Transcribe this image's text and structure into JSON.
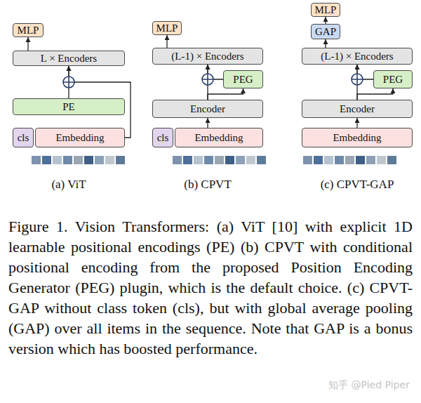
{
  "diagram": {
    "caption": "Figure 1. Vision Transformers: (a) ViT [10] with explicit 1D learnable positional encodings (PE) (b) CPVT with conditional positional encoding from the proposed Position Encoding Generator (PEG) plugin, which is the default choice. (c) CPVT-GAP without class token (cls), but with global average pooling (GAP) over all items in the sequence. Note that GAP is a bonus version which has boosted performance.",
    "nodes": [
      {
        "text": [
          "MLP"
        ]
      },
      {
        "text": [
          "L × Encoders"
        ]
      },
      {
        "text": [
          "PE"
        ]
      },
      {
        "text": [
          "cls"
        ]
      },
      {
        "text": [
          "Embedding"
        ]
      },
      {
        "text": [
          "MLP"
        ]
      },
      {
        "text": [
          "(L-1) × Encoders"
        ]
      },
      {
        "text": [
          "PEG"
        ]
      },
      {
        "text": [
          "Encoder"
        ]
      },
      {
        "text": [
          "cls"
        ]
      },
      {
        "text": [
          "Embedding"
        ]
      },
      {
        "text": [
          "MLP"
        ]
      },
      {
        "text": [
          "GAP"
        ]
      },
      {
        "text": [
          "(L-1) × Encoders"
        ]
      },
      {
        "text": [
          "PEG"
        ]
      },
      {
        "text": [
          "Encoder"
        ]
      },
      {
        "text": [
          "Embedding"
        ]
      }
    ],
    "edges": [
      {
        "from": 1,
        "to": 0,
        "arrow": "to"
      },
      {
        "from": 2,
        "to": 1,
        "arrow": "to"
      },
      {
        "from": 4,
        "to": 1,
        "arrow": "to"
      },
      {
        "from": 6,
        "to": 5,
        "arrow": "to"
      },
      {
        "from": 8,
        "to": 7,
        "arrow": "to"
      },
      {
        "from": 7,
        "to": 6,
        "arrow": "to"
      },
      {
        "from": 8,
        "to": 6,
        "arrow": "to"
      },
      {
        "from": 10,
        "to": 8,
        "arrow": "to"
      },
      {
        "from": 12,
        "to": 11,
        "arrow": "to"
      },
      {
        "from": 13,
        "to": 12,
        "arrow": "to"
      },
      {
        "from": 15,
        "to": 14,
        "arrow": "to"
      },
      {
        "from": 14,
        "to": 13,
        "arrow": "to"
      },
      {
        "from": 15,
        "to": 13,
        "arrow": "to"
      },
      {
        "from": 16,
        "to": 15,
        "arrow": "to"
      }
    ],
    "labels": [
      "(a) ViT",
      "(b) CPVT",
      "(c) CPVT-GAP",
      "知乎 @Pied Piper"
    ]
  }
}
